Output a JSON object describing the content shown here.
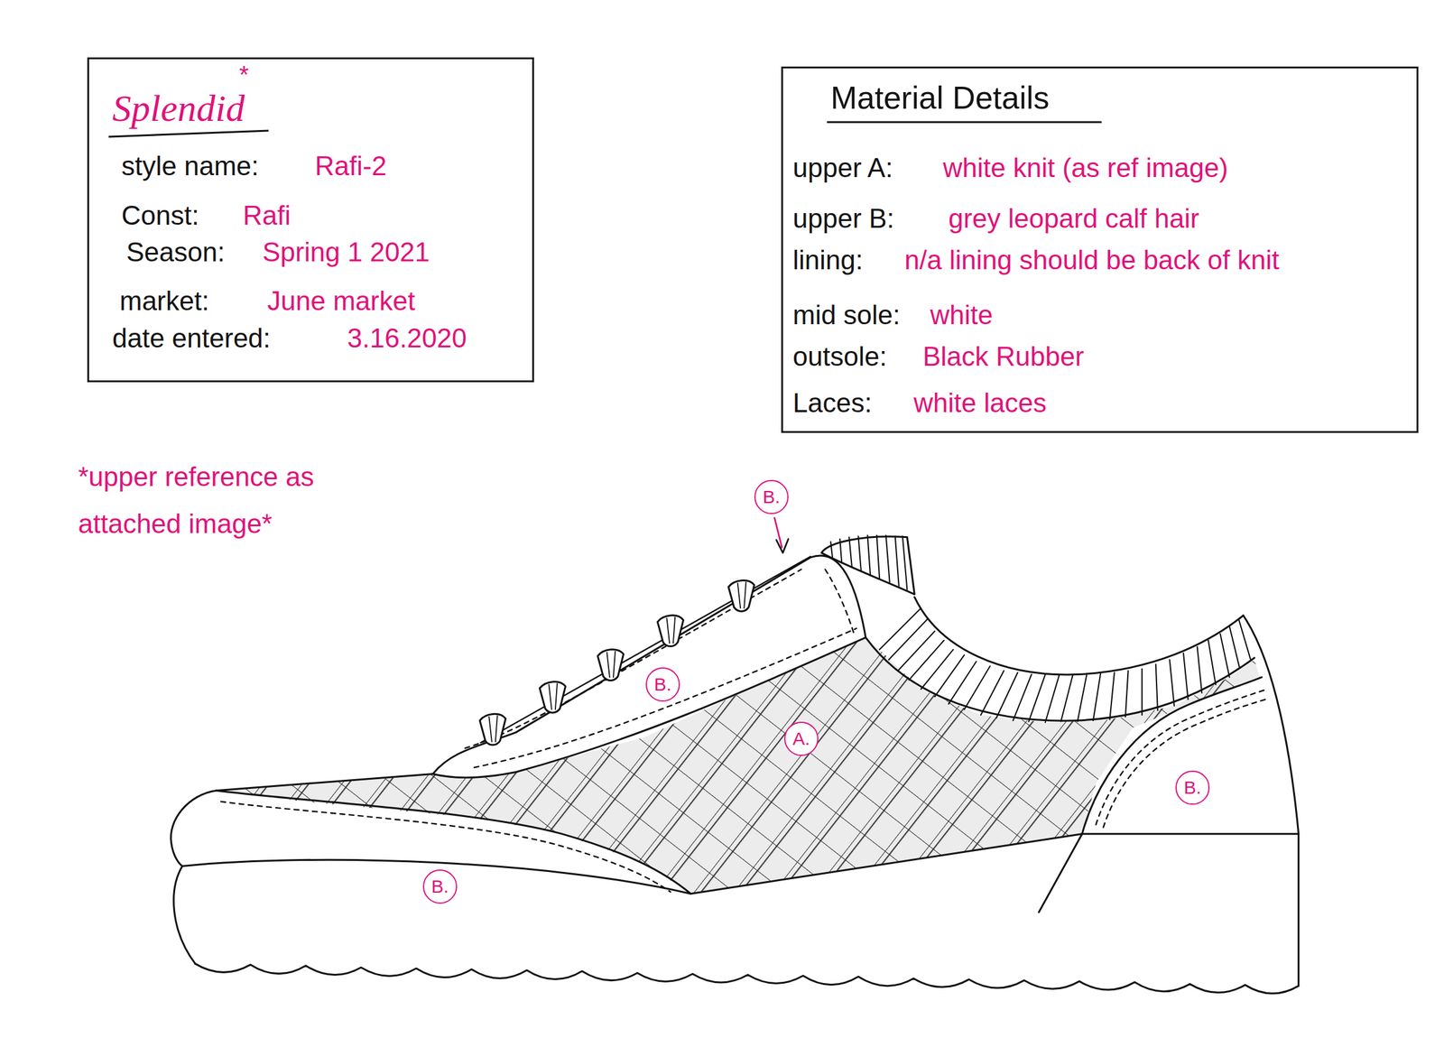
{
  "diagram": {
    "nodes": [
      {
        "text": [
          "Splendid",
          "*",
          "style name:",
          "Rafi-2",
          "Const:",
          "Rafi",
          "Season:",
          "Spring 1 2021",
          "market:",
          "June market",
          "date entered:",
          "3.16.2020"
        ]
      },
      {
        "text": [
          "Material Details",
          "upper A:",
          "white knit (as ref image)",
          "upper B:",
          "grey leopard calf hair",
          "lining:",
          "n/a lining should be back of knit",
          "mid sole:",
          "white",
          "outsole:",
          "Black Rubber",
          "Laces:",
          "white laces"
        ]
      },
      {
        "text": [
          "B."
        ]
      },
      {
        "text": [
          "B."
        ]
      },
      {
        "text": [
          "A."
        ]
      },
      {
        "text": [
          "B."
        ]
      },
      {
        "text": [
          "B."
        ]
      }
    ],
    "labels": [
      "*upper reference as attached image*"
    ]
  }
}
